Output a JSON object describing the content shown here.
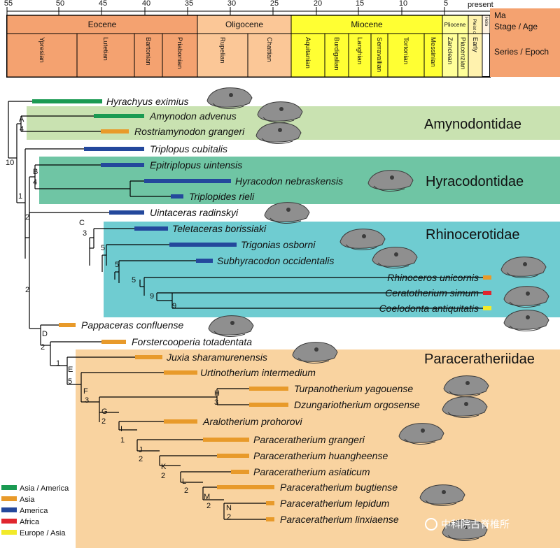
{
  "header": {
    "present_label": "present",
    "ma_label": "Ma",
    "stage_label": "Stage / Age",
    "series_label": "Series / Epoch"
  },
  "axis": {
    "ticks": [
      "55",
      "50",
      "45",
      "40",
      "35",
      "30",
      "25",
      "20",
      "15",
      "10",
      "5"
    ]
  },
  "epochs": [
    {
      "name": "Eocene",
      "color": "#f4a270"
    },
    {
      "name": "Oligocene",
      "color": "#fbc797"
    },
    {
      "name": "Miocene",
      "color": "#ffff33"
    },
    {
      "name": "Pliocene",
      "color": "#ffff99"
    },
    {
      "name": "Pleist ocene",
      "color": "#fff2ae"
    },
    {
      "name": "Holo",
      "color": "#fef2e0"
    }
  ],
  "stages": [
    {
      "name": "Ypresian",
      "color": "#f4a270"
    },
    {
      "name": "Lutetian",
      "color": "#f4a270"
    },
    {
      "name": "Bartonian",
      "color": "#f4a270"
    },
    {
      "name": "Priabonian",
      "color": "#f4a270"
    },
    {
      "name": "Rupelian",
      "color": "#fbc797"
    },
    {
      "name": "Chattian",
      "color": "#fbc797"
    },
    {
      "name": "Aquitanian",
      "color": "#ffff33"
    },
    {
      "name": "Burdigalian",
      "color": "#ffff33"
    },
    {
      "name": "Langhian",
      "color": "#ffff33"
    },
    {
      "name": "Serravallian",
      "color": "#ffff33"
    },
    {
      "name": "Tortonian",
      "color": "#ffff33"
    },
    {
      "name": "Messinian",
      "color": "#ffff33"
    },
    {
      "name": "Zanclean",
      "color": "#ffff99"
    },
    {
      "name": "Piacenzian",
      "color": "#ffff99"
    },
    {
      "name": "Early",
      "color": "#fff2ae"
    }
  ],
  "families": [
    {
      "name": "Amynodontidae",
      "color": "#c9e2b1"
    },
    {
      "name": "Hyracodontidae",
      "color": "#6fc5a4"
    },
    {
      "name": "Rhinocerotidae",
      "color": "#6fccd1"
    },
    {
      "name": "Paraceratheriidae",
      "color": "#f9d3a0"
    }
  ],
  "taxa": [
    "Hyrachyus eximius",
    "Amynodon advenus",
    "Rostriamynodon grangeri",
    "Triplopus cubitalis",
    "Epitriplopus uintensis",
    "Hyracodon nebraskensis",
    "Triplopides rieli",
    "Uintaceras radinskyi",
    "Teletaceras borissiaki",
    "Trigonias osborni",
    "Subhyracodon occidentalis",
    "Rhinoceros unicornis",
    "Ceratotherium simum",
    "Coelodonta antiquitatis",
    "Pappaceras confluense",
    "Forstercooperia totadentata",
    "Juxia sharamurenensis",
    "Urtinotherium intermedium",
    "Turpanotherium yagouense",
    "Dzungariotherium orgosense",
    "Aralotherium prohorovi",
    "Paraceratherium grangeri",
    "Paraceratherium huangheense",
    "Paraceratherium asiaticum",
    "Paraceratherium bugtiense",
    "Paraceratherium lepidum",
    "Paraceratherium linxiaense"
  ],
  "node_letters": [
    "A",
    "B",
    "C",
    "D",
    "E",
    "F",
    "G",
    "H",
    "I",
    "J",
    "K",
    "L",
    "M",
    "N"
  ],
  "support_values": [
    "4",
    "10",
    "4",
    "1",
    "3",
    "2",
    "5",
    "5",
    "5",
    "9",
    "9",
    "2",
    "2",
    "1",
    "5",
    "3",
    "3",
    "2",
    "1",
    "2",
    "2",
    "2",
    "2",
    "2"
  ],
  "legend": [
    {
      "label": "Asia / America",
      "color": "#1a9a52"
    },
    {
      "label": "Asia",
      "color": "#e89a2a"
    },
    {
      "label": "America",
      "color": "#24489c"
    },
    {
      "label": "Africa",
      "color": "#e0262e"
    },
    {
      "label": "Europe / Asia",
      "color": "#f2ea2a"
    }
  ],
  "watermark": "中科院古脊椎所"
}
